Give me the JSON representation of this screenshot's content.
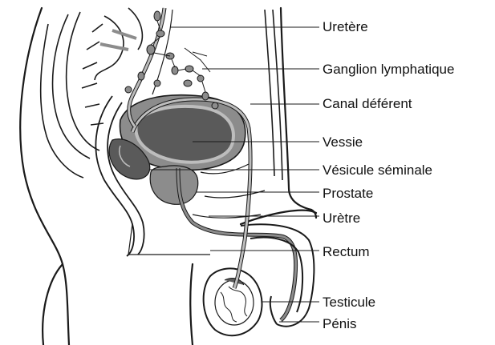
{
  "labels": {
    "ureter": "Uretère",
    "ganglion": "Ganglion lymphatique",
    "canal": "Canal déférent",
    "vessie": "Vessie",
    "vesicule": "Vésicule séminale",
    "prostate": "Prostate",
    "uretre": "Urètre",
    "rectum": "Rectum",
    "testicule": "Testicule",
    "penis": "Pénis"
  },
  "colors": {
    "outline": "#1a1a1a",
    "organ_dark": "#5a5a5a",
    "organ_mid": "#8c8c8c",
    "organ_light": "#bdbdbd",
    "background": "#ffffff"
  }
}
